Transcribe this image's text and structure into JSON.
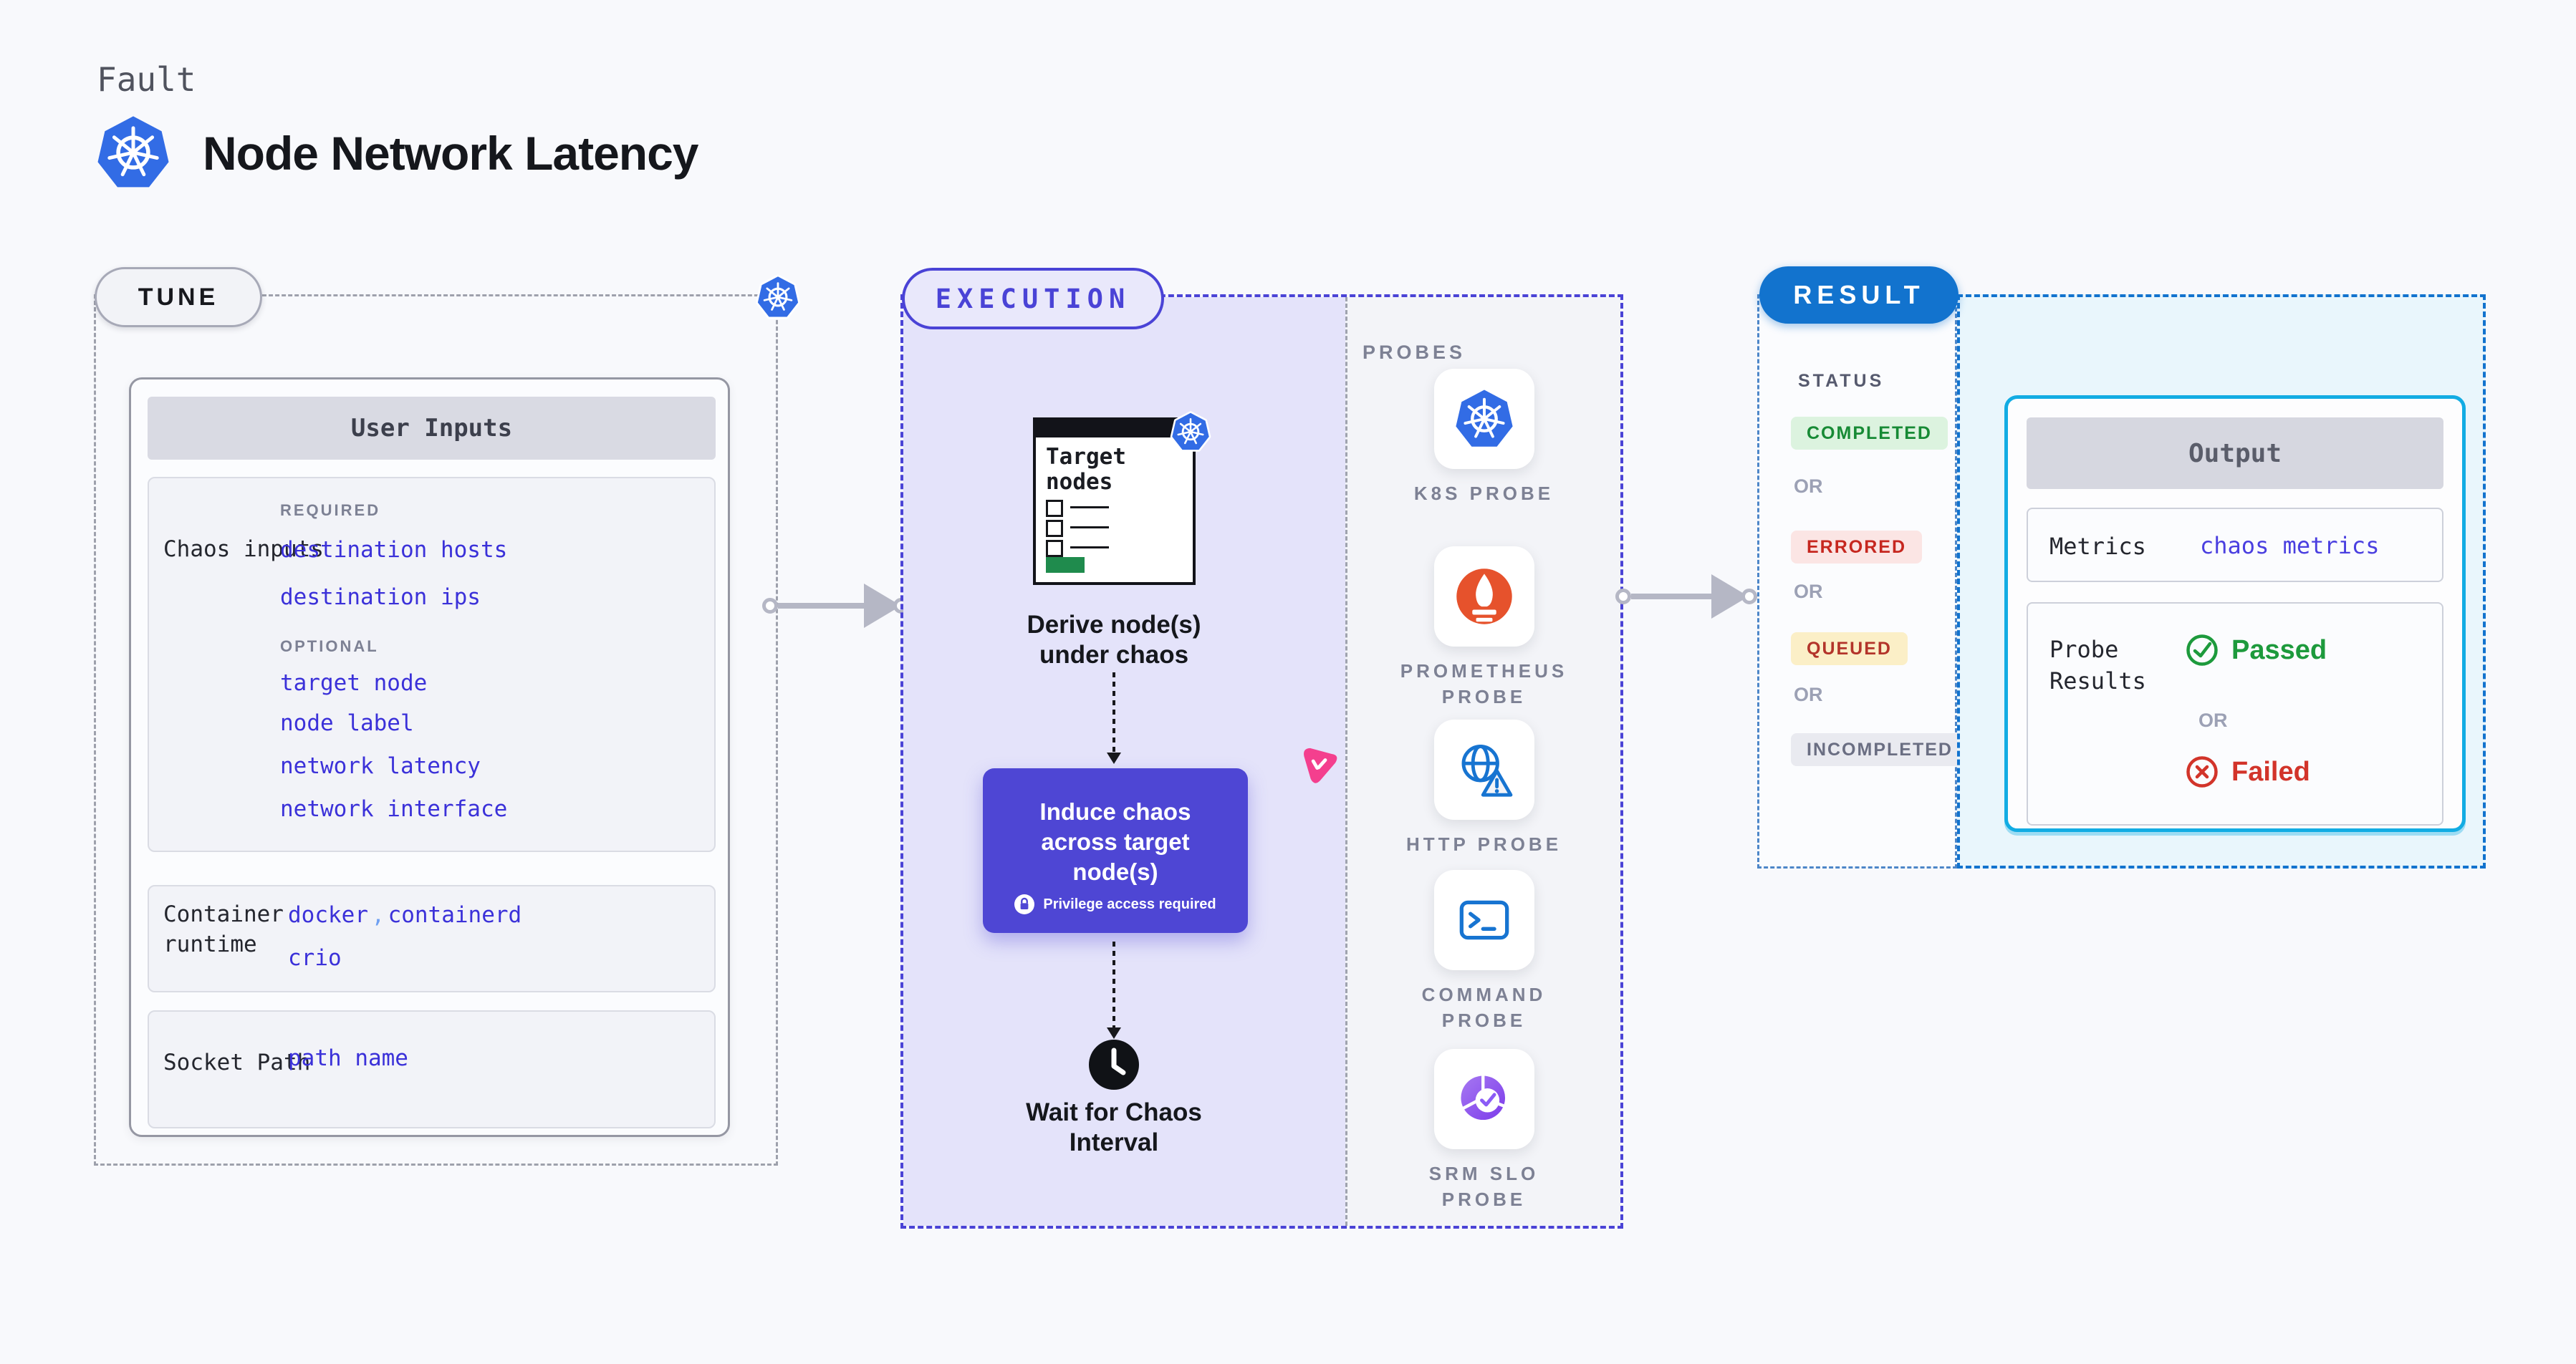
{
  "colors": {
    "accent_indigo": "#4A43D6",
    "link_indigo": "#3B31D9",
    "k8s_blue": "#326CE5",
    "result_blue": "#1273CE",
    "output_cyan": "#12ACE3",
    "purple_box": "#4E46D4",
    "passed_green": "#1D9A3C",
    "failed_red": "#D2342A",
    "completed_bg": "#DCF3DF",
    "completed_fg": "#178A35",
    "errored_bg": "#FBE5E4",
    "errored_fg": "#C6271F",
    "queued_bg": "#FBEFC7",
    "queued_fg": "#B3342A",
    "incompleted_bg": "#E9EAF0",
    "incompleted_fg": "#6A6E82",
    "prometheus_orange": "#E6522C",
    "litmus_pink": "#F43F8E"
  },
  "header": {
    "eyebrow": "Fault",
    "title": "Node Network Latency"
  },
  "tune": {
    "label": "TUNE",
    "card_title": "User Inputs",
    "chaos_row": {
      "label": "Chaos inputs",
      "required_heading": "REQUIRED",
      "required_links": [
        "destination hosts",
        "destination ips"
      ],
      "optional_heading": "OPTIONAL",
      "optional_links": [
        "target node",
        "node label",
        "network latency",
        "network interface"
      ]
    },
    "runtime_row": {
      "label": "Container runtime",
      "value_1": "docker",
      "separator": ",",
      "value_2": "containerd",
      "value_3": "crio"
    },
    "socket_row": {
      "label": "Socket Path",
      "value": "path name"
    }
  },
  "execution": {
    "label": "EXECUTION",
    "doc_title": "Target nodes",
    "derive_caption": "Derive node(s) under chaos",
    "induce_caption": "Induce chaos across target node(s)",
    "privilege_note": "Privilege access required",
    "wait_caption": "Wait for Chaos Interval"
  },
  "probes": {
    "heading": "PROBES",
    "items": [
      "K8S PROBE",
      "PROMETHEUS PROBE",
      "HTTP PROBE",
      "COMMAND PROBE",
      "SRM SLO PROBE"
    ]
  },
  "result": {
    "label": "RESULT",
    "status_heading": "STATUS",
    "or_separator": "OR",
    "statuses": [
      "COMPLETED",
      "ERRORED",
      "QUEUED",
      "INCOMPLETED"
    ],
    "output": {
      "title": "Output",
      "metrics_label": "Metrics",
      "metrics_link": "chaos metrics",
      "probe_results_label": "Probe Results",
      "passed_label": "Passed",
      "failed_label": "Failed"
    }
  }
}
